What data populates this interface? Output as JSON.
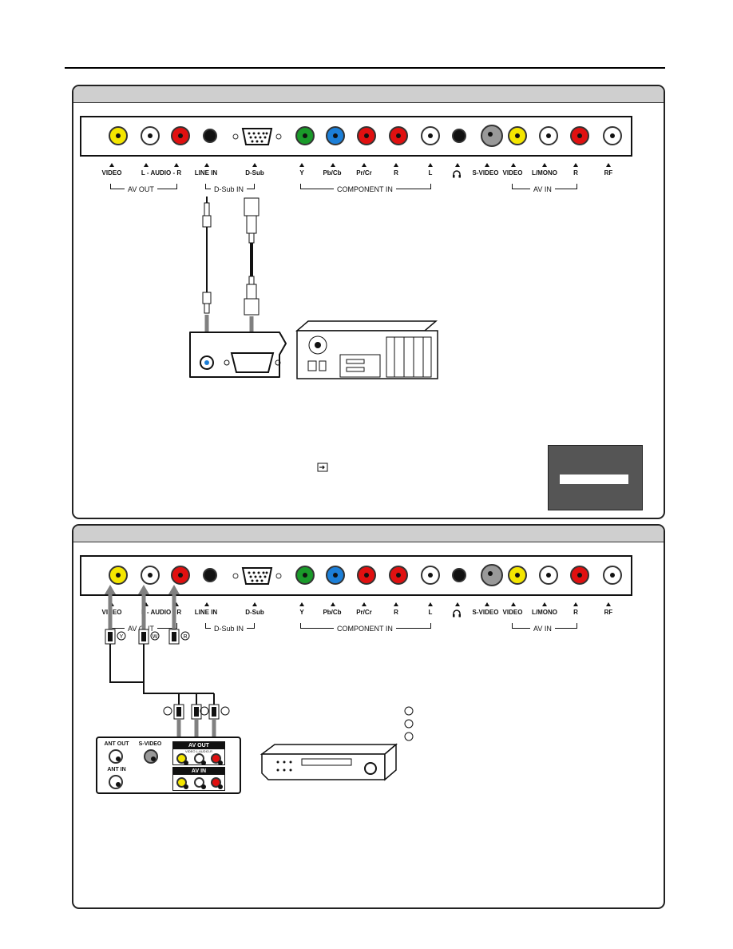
{
  "panel1": {
    "jacks": [
      {
        "label": "VIDEO",
        "color": "#f4e600"
      },
      {
        "label": "L - AUDIO - R",
        "color": "#ffffff"
      },
      {
        "label": "",
        "color": "#e01010"
      },
      {
        "label": "LINE IN",
        "color": "#111111"
      },
      {
        "label": "D-Sub",
        "color": "vga"
      },
      {
        "label": "Y",
        "color": "#1a9a2a"
      },
      {
        "label": "Pb/Cb",
        "color": "#1c7fd8"
      },
      {
        "label": "Pr/Cr",
        "color": "#e01010"
      },
      {
        "label": "R",
        "color": "#e01010"
      },
      {
        "label": "L",
        "color": "#ffffff"
      },
      {
        "label": "headphone",
        "color": "#111111"
      },
      {
        "label": "S-VIDEO",
        "color": "svideo"
      },
      {
        "label": "VIDEO",
        "color": "#f4e600"
      },
      {
        "label": "L/MONO",
        "color": "#ffffff"
      },
      {
        "label": "R",
        "color": "#e01010"
      },
      {
        "label": "RF",
        "color": "#ffffff"
      }
    ],
    "groups": {
      "av_out": "AV OUT",
      "dsub_in": "D-Sub IN",
      "component_in": "COMPONENT IN",
      "av_in": "AV IN"
    }
  },
  "panel2": {
    "groups": {
      "av_out": "AV OUT",
      "dsub_in": "D-Sub IN",
      "component_in": "COMPONENT IN",
      "av_in": "AV IN"
    },
    "cable_marks": {
      "y": "Y",
      "w": "W",
      "r": "R"
    },
    "device_panel": {
      "ant_out": "ANT OUT",
      "ant_in": "ANT IN",
      "s_video": "S-VIDEO",
      "av_out": "AV OUT",
      "av_in": "AV IN",
      "video": "VIDEO",
      "audio": "L-AUDIO-R"
    }
  },
  "colors": {
    "yellow": "#f4e600",
    "red": "#e01010",
    "green": "#1a9a2a",
    "blue": "#1c7fd8",
    "header_gray": "#cfcfcf",
    "arrow_gray": "#808080",
    "monitor_gray": "#555555"
  }
}
